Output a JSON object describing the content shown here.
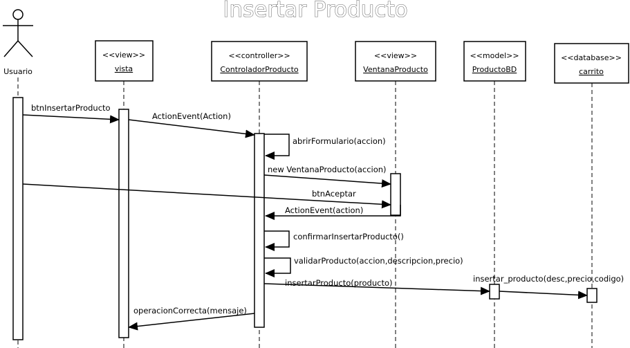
{
  "diagram": {
    "title": "Insertar Producto",
    "actor": {
      "label": "Usuario"
    },
    "participants": [
      {
        "id": "vista",
        "stereotype": "<<view>>",
        "name": "vista"
      },
      {
        "id": "controlador",
        "stereotype": "<<controller>>",
        "name": "ControladorProducto"
      },
      {
        "id": "ventana",
        "stereotype": "<<view>>",
        "name": "VentanaProducto"
      },
      {
        "id": "productobd",
        "stereotype": "<<model>>",
        "name": "ProductoBD"
      },
      {
        "id": "carrito",
        "stereotype": "<<database>>",
        "name": "carrito"
      }
    ],
    "messages": [
      {
        "label": "btnInsertarProducto"
      },
      {
        "label": "ActionEvent(Action)"
      },
      {
        "label": "abrirFormulario(accion)"
      },
      {
        "label": "new VentanaProducto(accion)"
      },
      {
        "label": "btnAceptar"
      },
      {
        "label": "ActionEvent(action)"
      },
      {
        "label": "confirmarInsertarProducto()"
      },
      {
        "label": "validarProducto(accion,descripcion,precio)"
      },
      {
        "label": "insertarProducto(producto)"
      },
      {
        "label": "insertar_producto(desc,precio,codigo)"
      },
      {
        "label": "operacionCorrecta(mensaje)"
      }
    ]
  }
}
